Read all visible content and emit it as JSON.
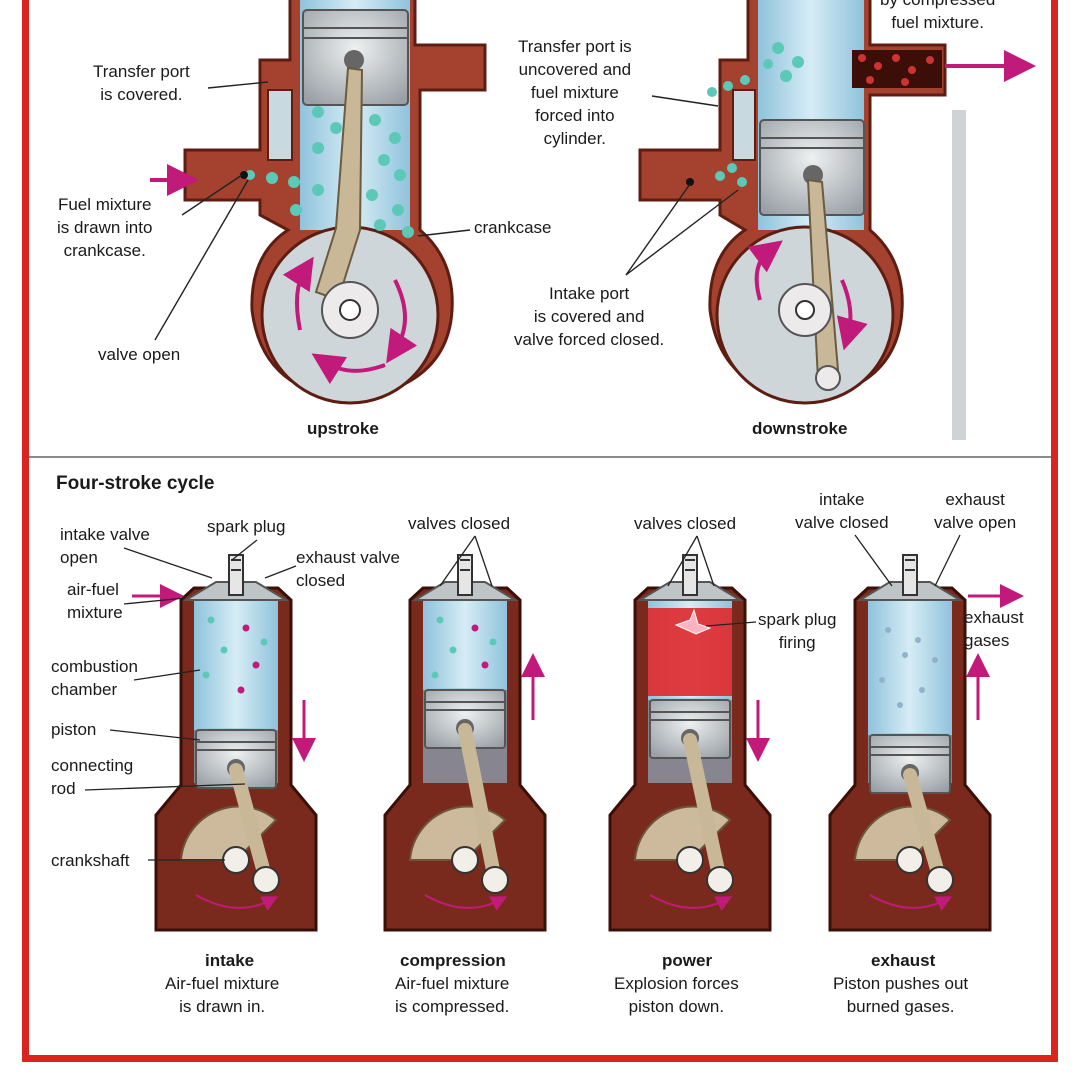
{
  "two_stroke": {
    "top_right_caption": "by compressed\nfuel mixture.",
    "transfer_covered": "Transfer port\nis covered.",
    "transfer_uncovered": "Transfer port is\nuncovered and\nfuel mixture\nforced into\ncylinder.",
    "fuel_drawn": "Fuel mixture\nis drawn into\ncrankcase.",
    "crankcase": "crankcase",
    "intake_covered": "Intake port\nis covered and\nvalve forced closed.",
    "valve_open": "valve open",
    "upstroke": "upstroke",
    "downstroke": "downstroke"
  },
  "four_stroke": {
    "title": "Four-stroke cycle",
    "labels": {
      "intake_valve_open": "intake valve\nopen",
      "spark_plug": "spark plug",
      "exhaust_valve_closed": "exhaust valve\nclosed",
      "air_fuel_mixture": "air-fuel\nmixture",
      "combustion_chamber": "combustion\nchamber",
      "piston": "piston",
      "connecting_rod": "connecting\nrod",
      "crankshaft": "crankshaft",
      "valves_closed_1": "valves closed",
      "valves_closed_2": "valves closed",
      "spark_plug_firing": "spark plug\nfiring",
      "intake_valve_closed": "intake\nvalve closed",
      "exhaust_valve_open": "exhaust\nvalve open",
      "exhaust_gases": "exhaust\ngases"
    },
    "strokes": [
      {
        "name": "intake",
        "desc": "Air-fuel mixture\nis drawn in."
      },
      {
        "name": "compression",
        "desc": "Air-fuel mixture\nis compressed."
      },
      {
        "name": "power",
        "desc": "Explosion forces\npiston down."
      },
      {
        "name": "exhaust",
        "desc": "Piston pushes out\nburned gases."
      }
    ]
  },
  "colors": {
    "frame": "#d9241f",
    "engine_body": "#a4422f",
    "engine_dark": "#6d2418",
    "crankcase_fill": "#7a2a1c",
    "cylinder": "#b9dced",
    "piston": "#cfd3d6",
    "mixture": "#5cc9b8",
    "flame": "#e0282b",
    "arrow": "#c21a7a"
  }
}
